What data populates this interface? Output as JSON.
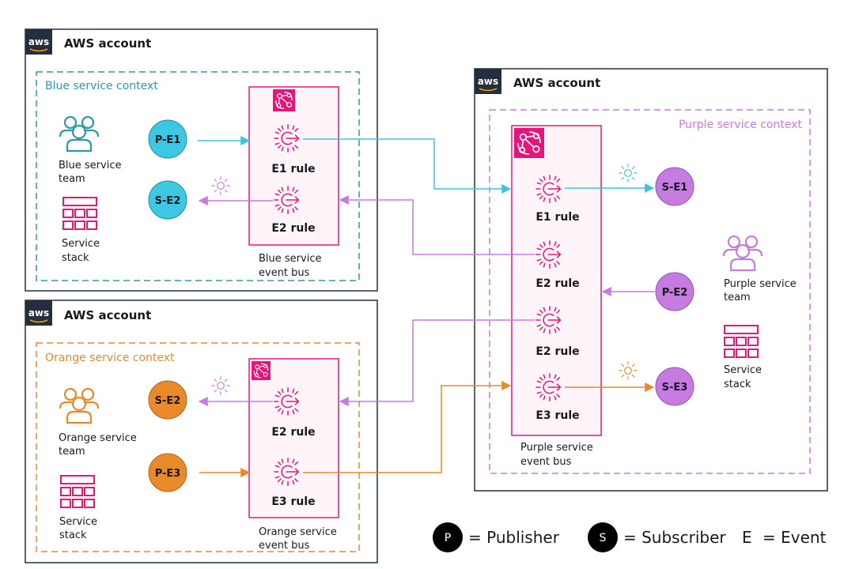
{
  "accounts": {
    "blue": {
      "title": "AWS account",
      "logo": "aws"
    },
    "orange": {
      "title": "AWS account",
      "logo": "aws"
    },
    "purple": {
      "title": "AWS account",
      "logo": "aws"
    }
  },
  "contexts": {
    "blue": {
      "label": "Blue service context",
      "color": "#2e9aa8"
    },
    "orange": {
      "label": "Orange service context",
      "color": "#e8892a"
    },
    "purple": {
      "label": "Purple service context",
      "color": "#c57be0"
    }
  },
  "teams": {
    "blue": {
      "line1": "Blue service",
      "line2": "team"
    },
    "orange": {
      "line1": "Orange service",
      "line2": "team"
    },
    "purple": {
      "line1": "Purple service",
      "line2": "team"
    }
  },
  "stacks": {
    "blue": {
      "line1": "Service",
      "line2": "stack"
    },
    "orange": {
      "line1": "Service",
      "line2": "stack"
    },
    "purple": {
      "line1": "Service",
      "line2": "stack"
    }
  },
  "buses": {
    "blue": {
      "line1": "Blue service",
      "line2": "event bus",
      "rules": [
        "E1 rule",
        "E2 rule"
      ]
    },
    "orange": {
      "line1": "Orange service",
      "line2": "event bus",
      "rules": [
        "E2 rule",
        "E3 rule"
      ]
    },
    "purple": {
      "line1": "Purple service",
      "line2": "event bus",
      "rules": [
        "E1 rule",
        "E2 rule",
        "E2 rule",
        "E3 rule"
      ]
    }
  },
  "nodes": {
    "blue_pe1": "P-E1",
    "blue_se2": "S-E2",
    "orange_se2": "S-E2",
    "orange_pe3": "P-E3",
    "purple_se1": "S-E1",
    "purple_pe2": "P-E2",
    "purple_se3": "S-E3"
  },
  "legend": {
    "p_badge": "P",
    "p_text": "= Publisher",
    "s_badge": "S",
    "s_text": "= Subscriber",
    "e_letter": "E",
    "e_text": "= Event"
  },
  "colors": {
    "blue_node": "#3cc8e3",
    "orange_node": "#e8892a",
    "purple_node": "#c57be0",
    "bus_pink": "#e7157b",
    "bus_fill": "#fff5f9",
    "cyan_arrow": "#3ec3dc",
    "purple_arrow": "#c57be0",
    "orange_arrow": "#e8892a",
    "team_blue": "#2e9aa8",
    "team_orange": "#e8892a",
    "team_purple": "#c57be0",
    "stack_pink": "#e7157b",
    "aws_logo_bg": "#232f3e"
  },
  "icons": [
    "aws-logo-icon",
    "users-icon",
    "stack-icon",
    "eventbridge-icon",
    "rule-icon",
    "event-sun-icon"
  ]
}
